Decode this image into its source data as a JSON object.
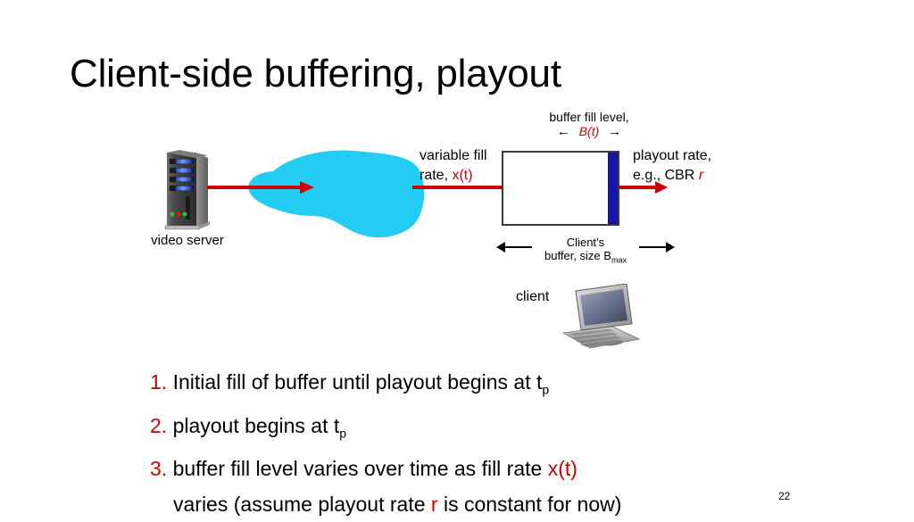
{
  "slide": {
    "title": "Client-side buffering, playout",
    "page_number": "22"
  },
  "diagram": {
    "video_server_label": "video server",
    "buffer_fill_level_label": "buffer fill level,",
    "buffer_fill_symbol": "B(t)",
    "arrow_left_glyph": "←",
    "arrow_right_glyph": "→",
    "variable_fill_rate_line1": "variable fill",
    "variable_fill_rate_line2_prefix": "rate, ",
    "variable_fill_rate_symbol": "x(t)",
    "playout_rate_line1": "playout rate,",
    "playout_rate_line2_prefix": "e.g., CBR ",
    "playout_rate_symbol": "r",
    "client_buffer_line1": "Client’s",
    "client_buffer_line2_prefix": "buffer, size B",
    "client_buffer_line2_sub": "max",
    "client_label": "client",
    "colors": {
      "cloud": "#22ccf2",
      "buffer_fill_bar": "#1414a8",
      "arrow_red": "#cc0000",
      "buffer_border": "#3a3a3a"
    }
  },
  "bullets": [
    {
      "number": "1.",
      "text_before": " Initial fill of buffer until playout begins at t",
      "subscript": "p",
      "text_after": ""
    },
    {
      "number": "2.",
      "text_before": " playout begins at t",
      "subscript": "p",
      "text_after": ""
    },
    {
      "number": "3.",
      "text_before": " buffer fill level varies over time as fill rate ",
      "highlight": "x(t)",
      "line2_before": "varies (assume playout rate ",
      "line2_highlight": "r",
      "line2_after": " is constant for now)"
    }
  ]
}
